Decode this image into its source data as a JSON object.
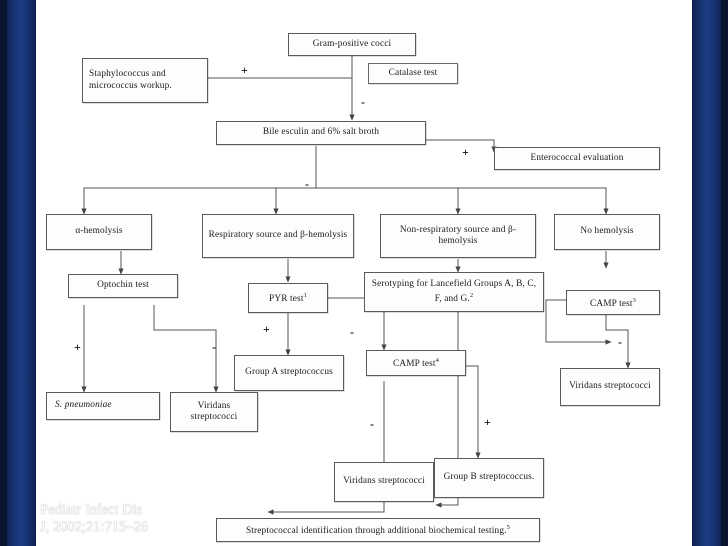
{
  "slide": {
    "caption_line1": "Pediatr Infect Dis",
    "caption_line2": "J, 2002;21:715–26",
    "background_color": "#ffffff",
    "edge_color": "#16306e"
  },
  "diagram": {
    "title": "Gram-positive cocci identification algorithm",
    "nodes": [
      {
        "id": "gram_positive_cocci",
        "label": "Gram-positive cocci"
      },
      {
        "id": "catalase_test",
        "label": "Catalase test"
      },
      {
        "id": "staph_micro_workup",
        "label": "Staphylococcus and micrococcus workup."
      },
      {
        "id": "bile_esculin",
        "label": "Bile esculin and 6% salt broth"
      },
      {
        "id": "enterococcal_evaluation",
        "label": "Enterococcal evaluation"
      },
      {
        "id": "alpha_hemolysis",
        "label": "α-hemolysis"
      },
      {
        "id": "respiratory_beta",
        "label": "Respiratory source and β-hemolysis"
      },
      {
        "id": "nonrespiratory_beta",
        "label": "Non-respiratory source and β-hemolysis"
      },
      {
        "id": "no_hemolysis",
        "label": "No hemolysis"
      },
      {
        "id": "optochin_test",
        "label": "Optochin test"
      },
      {
        "id": "pyr_test",
        "label": "PYR test",
        "superscript": "1"
      },
      {
        "id": "serotyping",
        "label": "Serotyping for Lancefield Groups A, B, C, F, and G.",
        "superscript": "2"
      },
      {
        "id": "camp_test_right",
        "label": "CAMP test",
        "superscript": "3"
      },
      {
        "id": "group_a_strep",
        "label": "Group A streptococcus"
      },
      {
        "id": "camp_test_mid",
        "label": "CAMP test",
        "superscript": "4"
      },
      {
        "id": "s_pneumoniae",
        "label": "S. pneumoniae",
        "italic": true
      },
      {
        "id": "viridans_left",
        "label": "Viridans streptococci"
      },
      {
        "id": "viridans_right",
        "label": "Viridans streptococci"
      },
      {
        "id": "viridans_mid",
        "label": "Viridans streptococci"
      },
      {
        "id": "group_b_strep",
        "label": "Group B streptococcus."
      },
      {
        "id": "footer_box",
        "label": "Streptococcal identification through additional biochemical testing.",
        "superscript": "5"
      }
    ],
    "edge_labels": [
      {
        "id": "catalase_positive",
        "symbol": "+"
      },
      {
        "id": "catalase_negative",
        "symbol": "-"
      },
      {
        "id": "bile_esculin_positive",
        "symbol": "+"
      },
      {
        "id": "bile_esculin_negative",
        "symbol": "-"
      },
      {
        "id": "optochin_positive",
        "symbol": "+"
      },
      {
        "id": "optochin_negative",
        "symbol": "-"
      },
      {
        "id": "pyr_positive",
        "symbol": "+"
      },
      {
        "id": "pyr_negative",
        "symbol": "-"
      },
      {
        "id": "camp_mid_negative",
        "symbol": "-"
      },
      {
        "id": "camp_mid_positive",
        "symbol": "+"
      },
      {
        "id": "camp_right_negative",
        "symbol": "-"
      }
    ]
  }
}
